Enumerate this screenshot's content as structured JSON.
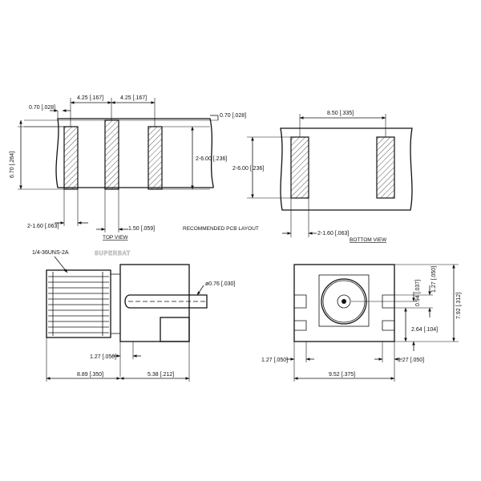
{
  "watermark": "SUPERBAT",
  "pcb": {
    "caption": "RECOMMENDED PCB LAYOUT",
    "top_view_label": "TOP VIEW",
    "bottom_view_label": "BOTTOM VIEW",
    "dims": {
      "d070_left": "0.70 [.028]",
      "d425_a": "4.25 [.167]",
      "d425_b": "4.25 [.167]",
      "d070_right": "0.70 [.028]",
      "d670": "6.70 [.264]",
      "d2x600_top": "2-6.00 [.236]",
      "d2x160_top": "2-1.60 [.063]",
      "d150": "1.50 [.059]",
      "d850": "8.50 [.335]",
      "d2x600_bottom": "2-6.00 [.236]",
      "d2x160_bottom": "2-1.60 [.063]"
    }
  },
  "side_view": {
    "thread_label": "1/4-36UNS-2A",
    "pin_dia": "ø0.76 [.030]",
    "d127": "1.27 [.050]",
    "d889": "8.89 [.350]",
    "d538": "5.38 [.212]"
  },
  "front_view": {
    "d127_top": "1.27 [.050]",
    "d094": "0.94 [.037]",
    "d792": "7.92 [.312]",
    "d264": "2.64 [.104]",
    "d127_left": "1.27 [.050]",
    "d127_right": "1.27 [.050]",
    "d952": "9.52 [.375]"
  }
}
